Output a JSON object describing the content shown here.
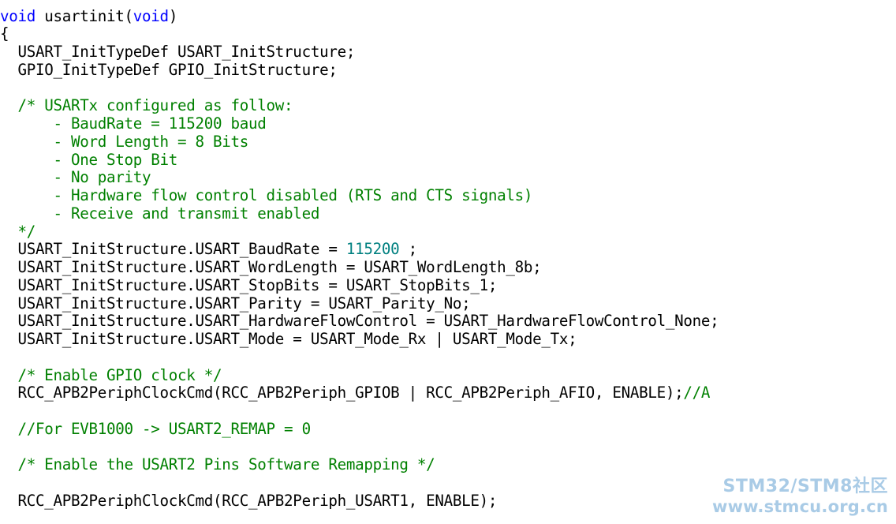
{
  "editor": {
    "lines": [
      {
        "segments": [
          {
            "t": "void",
            "c": "kw"
          },
          {
            "t": " usartinit(",
            "c": ""
          },
          {
            "t": "void",
            "c": "kw"
          },
          {
            "t": ")",
            "c": ""
          }
        ]
      },
      {
        "segments": [
          {
            "t": "{",
            "c": ""
          }
        ]
      },
      {
        "segments": [
          {
            "t": "  USART_InitTypeDef USART_InitStructure;",
            "c": ""
          }
        ]
      },
      {
        "segments": [
          {
            "t": "  GPIO_InitTypeDef GPIO_InitStructure;",
            "c": ""
          }
        ]
      },
      {
        "segments": []
      },
      {
        "segments": [
          {
            "t": "  /* USARTx configured as follow:",
            "c": "cm"
          }
        ]
      },
      {
        "segments": [
          {
            "t": "      - BaudRate = 115200 baud",
            "c": "cm"
          }
        ]
      },
      {
        "segments": [
          {
            "t": "      - Word Length = 8 Bits",
            "c": "cm"
          }
        ]
      },
      {
        "segments": [
          {
            "t": "      - One Stop Bit",
            "c": "cm"
          }
        ]
      },
      {
        "segments": [
          {
            "t": "      - No parity",
            "c": "cm"
          }
        ]
      },
      {
        "segments": [
          {
            "t": "      - Hardware flow control disabled (RTS and CTS signals)",
            "c": "cm"
          }
        ]
      },
      {
        "segments": [
          {
            "t": "      - Receive and transmit enabled",
            "c": "cm"
          }
        ]
      },
      {
        "segments": [
          {
            "t": "  */",
            "c": "cm"
          }
        ]
      },
      {
        "segments": [
          {
            "t": "  USART_InitStructure.USART_BaudRate = ",
            "c": ""
          },
          {
            "t": "115200",
            "c": "num"
          },
          {
            "t": " ;",
            "c": ""
          }
        ]
      },
      {
        "segments": [
          {
            "t": "  USART_InitStructure.USART_WordLength = USART_WordLength_8b;",
            "c": ""
          }
        ]
      },
      {
        "segments": [
          {
            "t": "  USART_InitStructure.USART_StopBits = USART_StopBits_1;",
            "c": ""
          }
        ]
      },
      {
        "segments": [
          {
            "t": "  USART_InitStructure.USART_Parity = USART_Parity_No;",
            "c": ""
          }
        ]
      },
      {
        "segments": [
          {
            "t": "  USART_InitStructure.USART_HardwareFlowControl = USART_HardwareFlowControl_None;",
            "c": ""
          }
        ]
      },
      {
        "segments": [
          {
            "t": "  USART_InitStructure.USART_Mode = USART_Mode_Rx | USART_Mode_Tx;",
            "c": ""
          }
        ]
      },
      {
        "segments": []
      },
      {
        "segments": [
          {
            "t": "  /* Enable GPIO clock */",
            "c": "cm"
          }
        ]
      },
      {
        "segments": [
          {
            "t": "  RCC_APB2PeriphClockCmd(RCC_APB2Periph_GPIOB | RCC_APB2Periph_AFIO, ENABLE);",
            "c": ""
          },
          {
            "t": "//A",
            "c": "cm"
          }
        ]
      },
      {
        "segments": []
      },
      {
        "segments": [
          {
            "t": "  //For EVB1000 -> USART2_REMAP = 0",
            "c": "cm"
          }
        ]
      },
      {
        "segments": []
      },
      {
        "segments": [
          {
            "t": "  /* Enable the USART2 Pins Software Remapping */",
            "c": "cm"
          }
        ]
      },
      {
        "segments": []
      },
      {
        "segments": [
          {
            "t": "  RCC_APB2PeriphClockCmd(RCC_APB2Periph_USART1, ENABLE);",
            "c": ""
          }
        ]
      }
    ]
  },
  "watermark": {
    "line1": "STM32/STM8社区",
    "line2": "www.stmcu.org.cn"
  },
  "colors": {
    "keyword": "#0000ff",
    "comment": "#008000",
    "number": "#008080",
    "text": "#000000",
    "watermark": "#a9cbe6",
    "background": "#ffffff"
  }
}
